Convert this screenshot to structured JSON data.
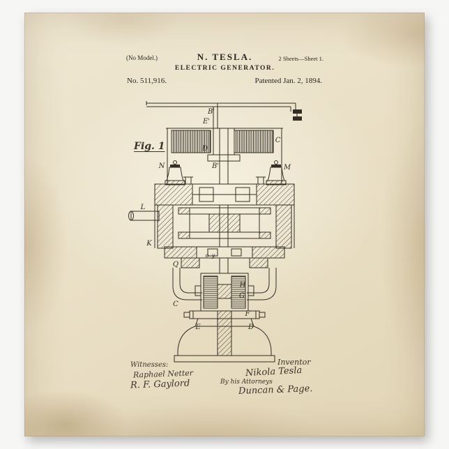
{
  "header": {
    "no_model": "(No Model.)",
    "name": "N. TESLA.",
    "sheet_info": "2 Sheets—Sheet 1.",
    "title": "ELECTRIC GENERATOR.",
    "patent_number": "No. 511,916.",
    "patent_date": "Patented Jan. 2, 1894."
  },
  "figure": {
    "caption": "Fig. 1",
    "parts": {
      "b_top": "B'",
      "e_top": "E'",
      "c_right": "C'",
      "d_mid": "D",
      "b_mid": "B'",
      "n_bell": "N",
      "m_bell": "M",
      "l_pipe": "L",
      "k_frame": "K",
      "o_small": "o",
      "y_small": "y",
      "q_block": "Q",
      "c_pipe": "C",
      "g_core": "G",
      "h_core": "H",
      "f_base": "F",
      "e_base": "E",
      "d_base": "D"
    }
  },
  "footer": {
    "witnesses_label": "Witnesses:",
    "witness_1": "Raphael Netter",
    "witness_2": "R. F. Gaylord",
    "inventor_label": "Inventor",
    "inventor_signature": "Nikola Tesla",
    "attorneys_label": "By his Attorneys",
    "attorneys_signature": "Duncan & Page."
  },
  "colors": {
    "paper": "#eae0c7",
    "ink": "#332d25"
  }
}
